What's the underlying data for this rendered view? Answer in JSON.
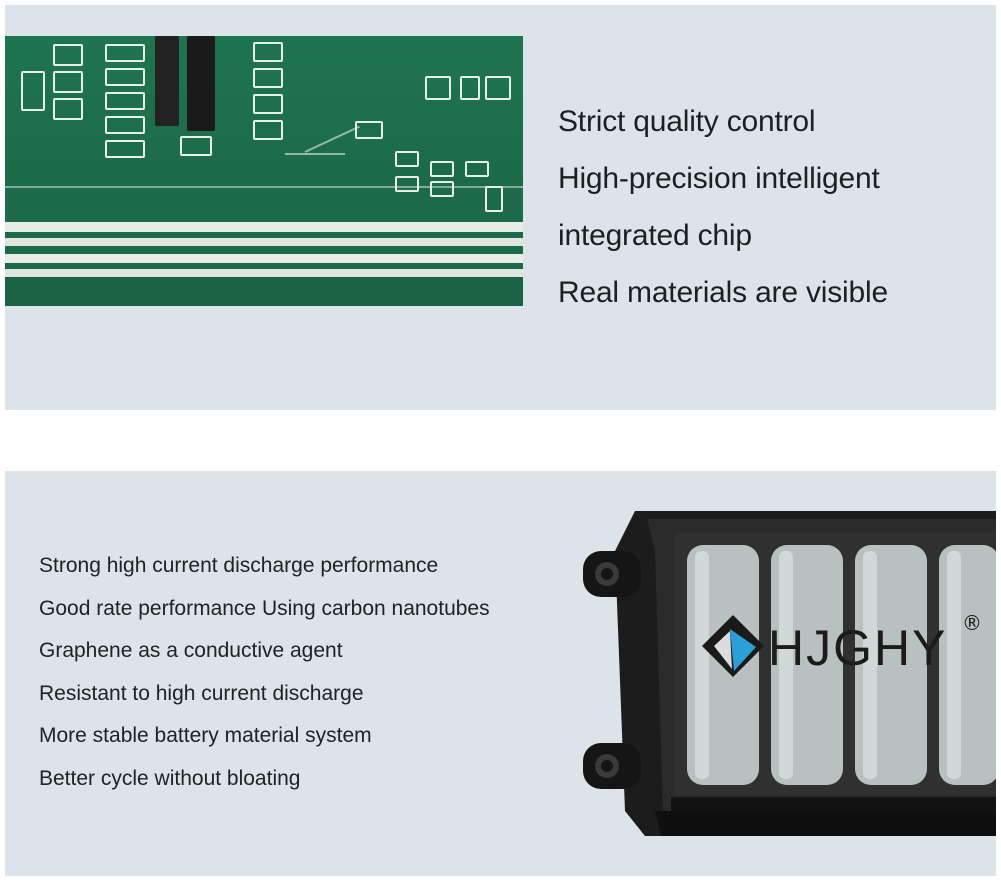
{
  "top_panel": {
    "features": [
      "Strict quality control",
      "High-precision intelligent",
      "integrated chip",
      "Real materials are visible"
    ]
  },
  "bottom_panel": {
    "features": [
      "Strong high current discharge performance",
      "Good rate performance Using carbon nanotubes",
      "Graphene as a conductive agent",
      "Resistant to high current discharge",
      "More stable battery material system",
      "Better cycle without bloating"
    ],
    "brand": {
      "name": "HJGHY",
      "registered_mark": "®"
    }
  },
  "colors": {
    "panel_bg": "#dce4ea",
    "pcb_green": "#1d6b4a",
    "cell_grey": "#b9c0c0",
    "logo_blue": "#2a9fd8"
  }
}
